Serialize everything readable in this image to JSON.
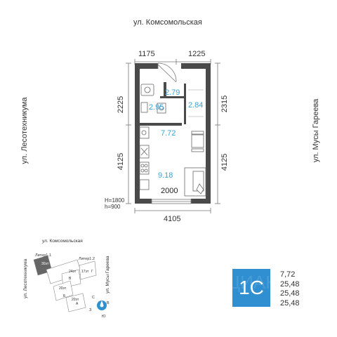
{
  "streets": {
    "top": "ул. Комсомольская",
    "left": "ул. Лесотехникума",
    "right": "ул. Мусы Гареева"
  },
  "dimensions": {
    "top_left": "1175",
    "top_right": "1225",
    "left_upper": "2225",
    "left_lower": "4125",
    "right_upper": "2315",
    "right_lower": "4125",
    "bottom": "4105",
    "window": "2000"
  },
  "rooms": {
    "corridor": "2.79",
    "bathroom": "2.95",
    "wardrobe": "2.84",
    "kitchen": "7.72",
    "living": "9.18"
  },
  "window_note": {
    "line1": "H=1800",
    "line2": "h=900"
  },
  "site_plan": {
    "street_top": "ул. Комсомольская",
    "street_left": "ул. Лесотехникума",
    "street_right": "ул. Мусы Гареева",
    "litera_1_1": "Литер1.1",
    "litera_1_2": "Литер1.2",
    "floors_30": "30эт",
    "floors_24": "24эт",
    "floors_17": "17эт",
    "floors_20a": "20эт",
    "floors_20b": "20эт",
    "section_v": "В",
    "section_g": "Г",
    "section_b": "Б",
    "section_a": "А",
    "compass_n": "С",
    "compass_w": "З",
    "compass_e": "В",
    "compass_s": "Ю"
  },
  "apartment": {
    "type": "1С",
    "watermark": "ЦИАН",
    "areas": [
      "7,72",
      "25,48",
      "25,48",
      "25,48"
    ]
  },
  "colors": {
    "wall": "#4a4a4a",
    "accent": "#3aa3d8",
    "badge": "#2f8fd1",
    "compass": "#2f8fd1"
  }
}
